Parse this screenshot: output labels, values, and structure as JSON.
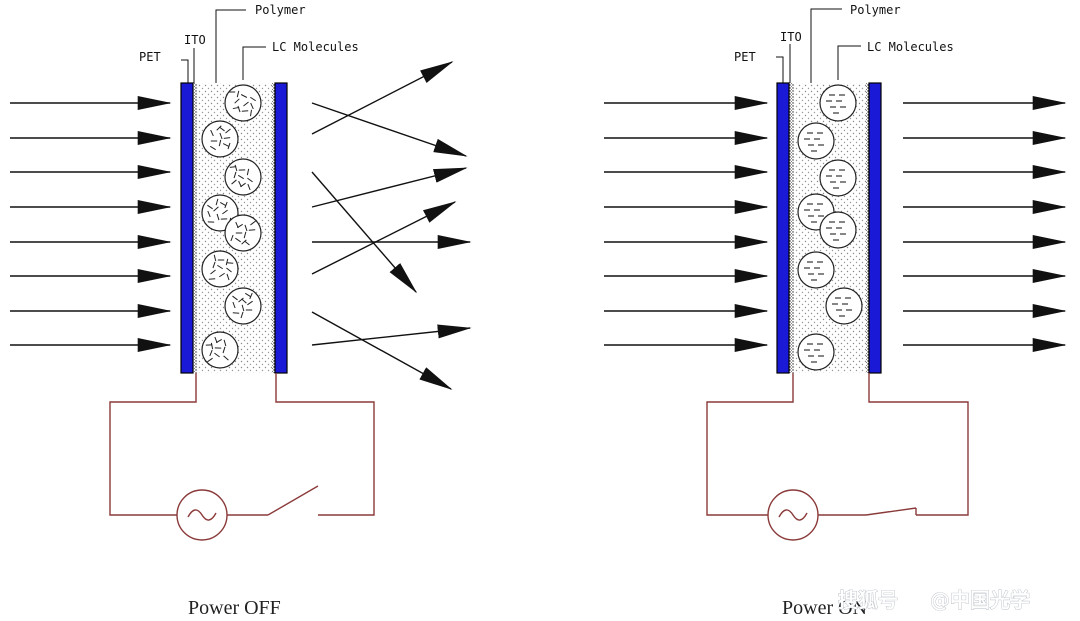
{
  "labels": {
    "pet": "PET",
    "ito": "ITO",
    "polymer": "Polymer",
    "lc_molecules": "LC Molecules"
  },
  "panels": [
    {
      "id": "off",
      "caption": "Power OFF",
      "state": "scattering"
    },
    {
      "id": "on",
      "caption": "Power ON",
      "state": "transparent"
    }
  ],
  "watermark": {
    "left": "搜狐号",
    "right": "@中国光学"
  },
  "colors": {
    "electrode": "#1a1ad6",
    "wire": "#8b3a3a",
    "line": "#111111",
    "dots": "#888888"
  }
}
